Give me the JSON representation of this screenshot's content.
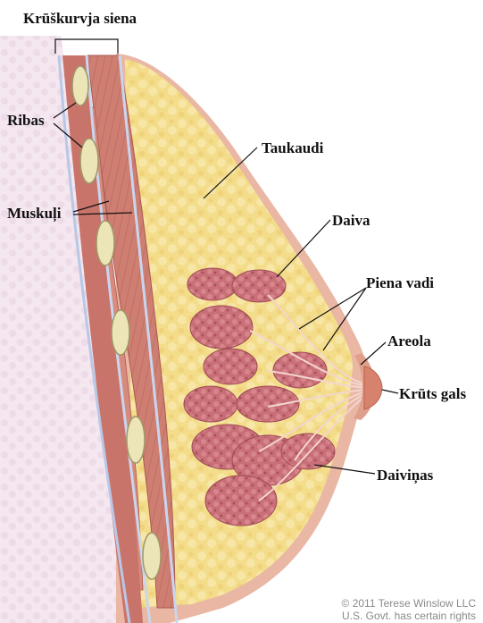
{
  "labels": {
    "chest_wall": "Krūškurvja siena",
    "ribs": "Ribas",
    "muscles": "Muskuļi",
    "fat": "Taukaudi",
    "lobe": "Daiva",
    "milk_ducts": "Piena vadi",
    "areola": "Areola",
    "nipple": "Krūts gals",
    "lobules": "Daiviņas"
  },
  "copyright": {
    "line1": "© 2011 Terese Winslow LLC",
    "line2": "U.S. Govt. has certain rights"
  },
  "colors": {
    "skin": "#e9b7a3",
    "fat": "#f3dc8a",
    "muscle": "#cf7e72",
    "rib": "#ece5b8",
    "lobule": "#c96f78",
    "nipple": "#d7826c",
    "chest_bg": "#f2e4ee"
  }
}
